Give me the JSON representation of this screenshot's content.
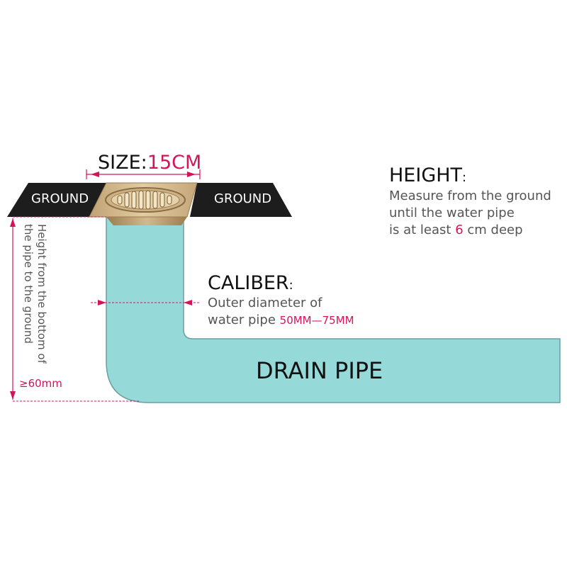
{
  "colors": {
    "pipe": "#95d9d8",
    "ground": "#1d1d1d",
    "grate": "#d3b98e",
    "accent": "#d4145a"
  },
  "labels": {
    "ground_left": "GROUND",
    "ground_right": "GROUND",
    "drain_pipe": "DRAIN PIPE"
  },
  "size": {
    "prefix": "SIZE:",
    "value": "15CM"
  },
  "height": {
    "title": "HEIGHT",
    "colon": ":",
    "line1": "Measure from the ground",
    "line2": "until the water pipe",
    "line3_prefix": "is at least ",
    "line3_value": "6",
    "line3_suffix": " cm deep"
  },
  "caliber": {
    "title": "CALIBER",
    "colon": ":",
    "line1": "Outer diameter of",
    "line2_prefix": "water pipe ",
    "line2_value": "50MM—75MM"
  },
  "depth_note": {
    "line1": "Height from the bottom of",
    "line2": "the pipe to the ground",
    "value": "≥60mm"
  }
}
